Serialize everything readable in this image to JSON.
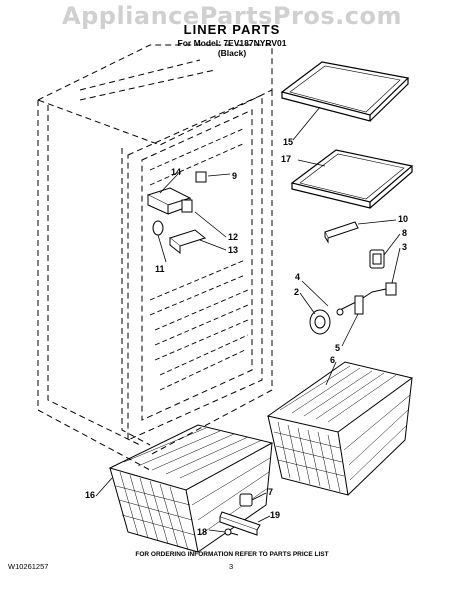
{
  "watermark": "AppliancePartsPros.com",
  "header": {
    "title": "LINER PARTS",
    "model_line": "For Model: 7EV187NYRV01",
    "color_line": "(Black)"
  },
  "callouts": [
    "15",
    "17",
    "14",
    "9",
    "10",
    "8",
    "3",
    "12",
    "13",
    "11",
    "4",
    "2",
    "5",
    "6",
    "7",
    "16",
    "19",
    "18"
  ],
  "footer": {
    "note": "FOR ORDERING INFORMATION REFER TO PARTS PRICE LIST",
    "doc_number": "W10261257",
    "page_number": "3"
  }
}
